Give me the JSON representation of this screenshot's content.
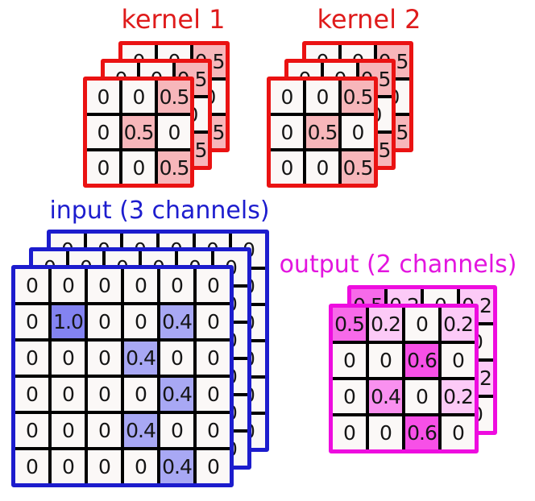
{
  "titles": {
    "kernel1": "kernel 1",
    "kernel2": "kernel 2",
    "input": "input (3 channels)",
    "output": "output (2 channels)"
  },
  "colors": {
    "kernel_accent": "#ea1212",
    "input_accent": "#1c1ccd",
    "output_accent": "#ee0cdf",
    "kernel_title": "#df1b1b",
    "input_title": "#1d1dce",
    "output_title": "#e315df",
    "grid_line": "#000000",
    "cell_bg": "#fbf8f7",
    "cell_text": "#151515",
    "kernel_highlight": "#f7b6ba",
    "input_highlight_full": "#8383f1",
    "input_highlight_light": "#a8a8f4",
    "output_highlight_06": "#f750e7",
    "output_highlight_05": "#f76ae9",
    "output_highlight_04": "#f990ef",
    "output_highlight_02": "#fccaf7"
  },
  "stacks": {
    "kernel1": {
      "label": "kernel 1",
      "channels": 3,
      "accent_class": "layer-red",
      "rows": [
        [
          "0",
          "0",
          "0.5"
        ],
        [
          "0",
          "0.5",
          "0"
        ],
        [
          "0",
          "0",
          "0.5"
        ]
      ],
      "cell_fills": {
        "0.5": "#f7b6ba"
      }
    },
    "kernel2": {
      "label": "kernel 2",
      "channels": 3,
      "accent_class": "layer-red",
      "rows": [
        [
          "0",
          "0",
          "0.5"
        ],
        [
          "0",
          "0.5",
          "0"
        ],
        [
          "0",
          "0",
          "0.5"
        ]
      ],
      "cell_fills": {
        "0.5": "#f7b6ba"
      }
    },
    "input": {
      "label": "input (3 channels)",
      "channels": 3,
      "accent_class": "layer-blue",
      "rows": [
        [
          "0",
          "0",
          "0",
          "0",
          "0",
          "0"
        ],
        [
          "0",
          "1.0",
          "0",
          "0",
          "0.4",
          "0"
        ],
        [
          "0",
          "0",
          "0",
          "0.4",
          "0",
          "0"
        ],
        [
          "0",
          "0",
          "0",
          "0",
          "0.4",
          "0"
        ],
        [
          "0",
          "0",
          "0",
          "0.4",
          "0",
          "0"
        ],
        [
          "0",
          "0",
          "0",
          "0",
          "0.4",
          "0"
        ]
      ],
      "cell_fills": {
        "1.0": "#8383f1",
        "0.4": "#a8a8f4"
      }
    },
    "output": {
      "label": "output (2 channels)",
      "channels": 2,
      "accent_class": "layer-magenta",
      "rows": [
        [
          "0.5",
          "0.2",
          "0",
          "0.2"
        ],
        [
          "0",
          "0",
          "0.6",
          "0"
        ],
        [
          "0",
          "0.4",
          "0",
          "0.2"
        ],
        [
          "0",
          "0",
          "0.6",
          "0"
        ]
      ],
      "cell_fills": {
        "0.6": "#f750e7",
        "0.5": "#f76ae9",
        "0.4": "#f990ef",
        "0.2": "#fccaf7"
      }
    }
  }
}
